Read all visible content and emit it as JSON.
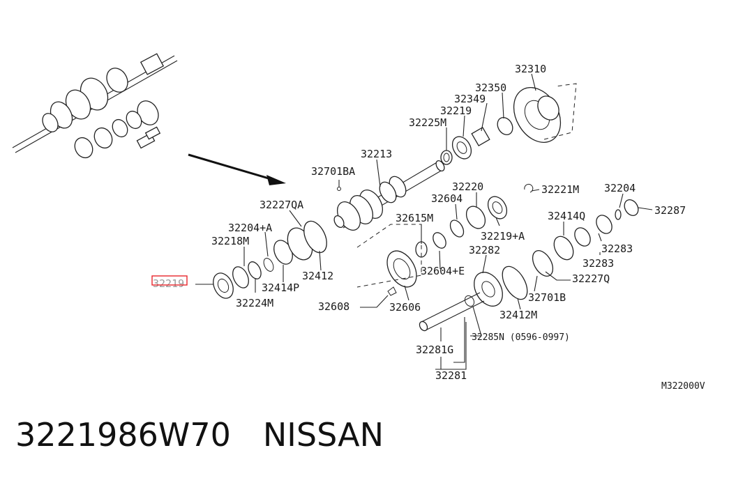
{
  "diagram": {
    "callouts": {
      "c32310": "32310",
      "c32350": "32350",
      "c32349": "32349",
      "c32219a": "32219",
      "c32225m": "32225M",
      "c32213": "32213",
      "c32701ba": "32701BA",
      "c32221m": "32221M",
      "c32204a": "32204",
      "c32287": "32287",
      "c32220": "32220",
      "c32604": "32604",
      "c32615m": "32615M",
      "c32219pa": "32219+A",
      "c32414q": "32414Q",
      "c32283a": "32283",
      "c32283b": "32283",
      "c32227qa": "32227QA",
      "c32204pa": "32204+A",
      "c32218m": "32218M",
      "c32282": "32282",
      "c32604pe": "32604+E",
      "c32227q": "32227Q",
      "c32219sel": "32219",
      "c32414p": "32414P",
      "c32412": "32412",
      "c32224m": "32224M",
      "c32701b": "32701B",
      "c32608": "32608",
      "c32606": "32606",
      "c32412m": "32412M",
      "c32285n": "32285N (0596-0997)",
      "c32281g": "32281G",
      "c32281": "32281"
    },
    "diagram_code": "M322000V",
    "highlight_color": "#e8262c"
  },
  "footer": {
    "part_number": "3221986W70",
    "brand": "NISSAN"
  }
}
